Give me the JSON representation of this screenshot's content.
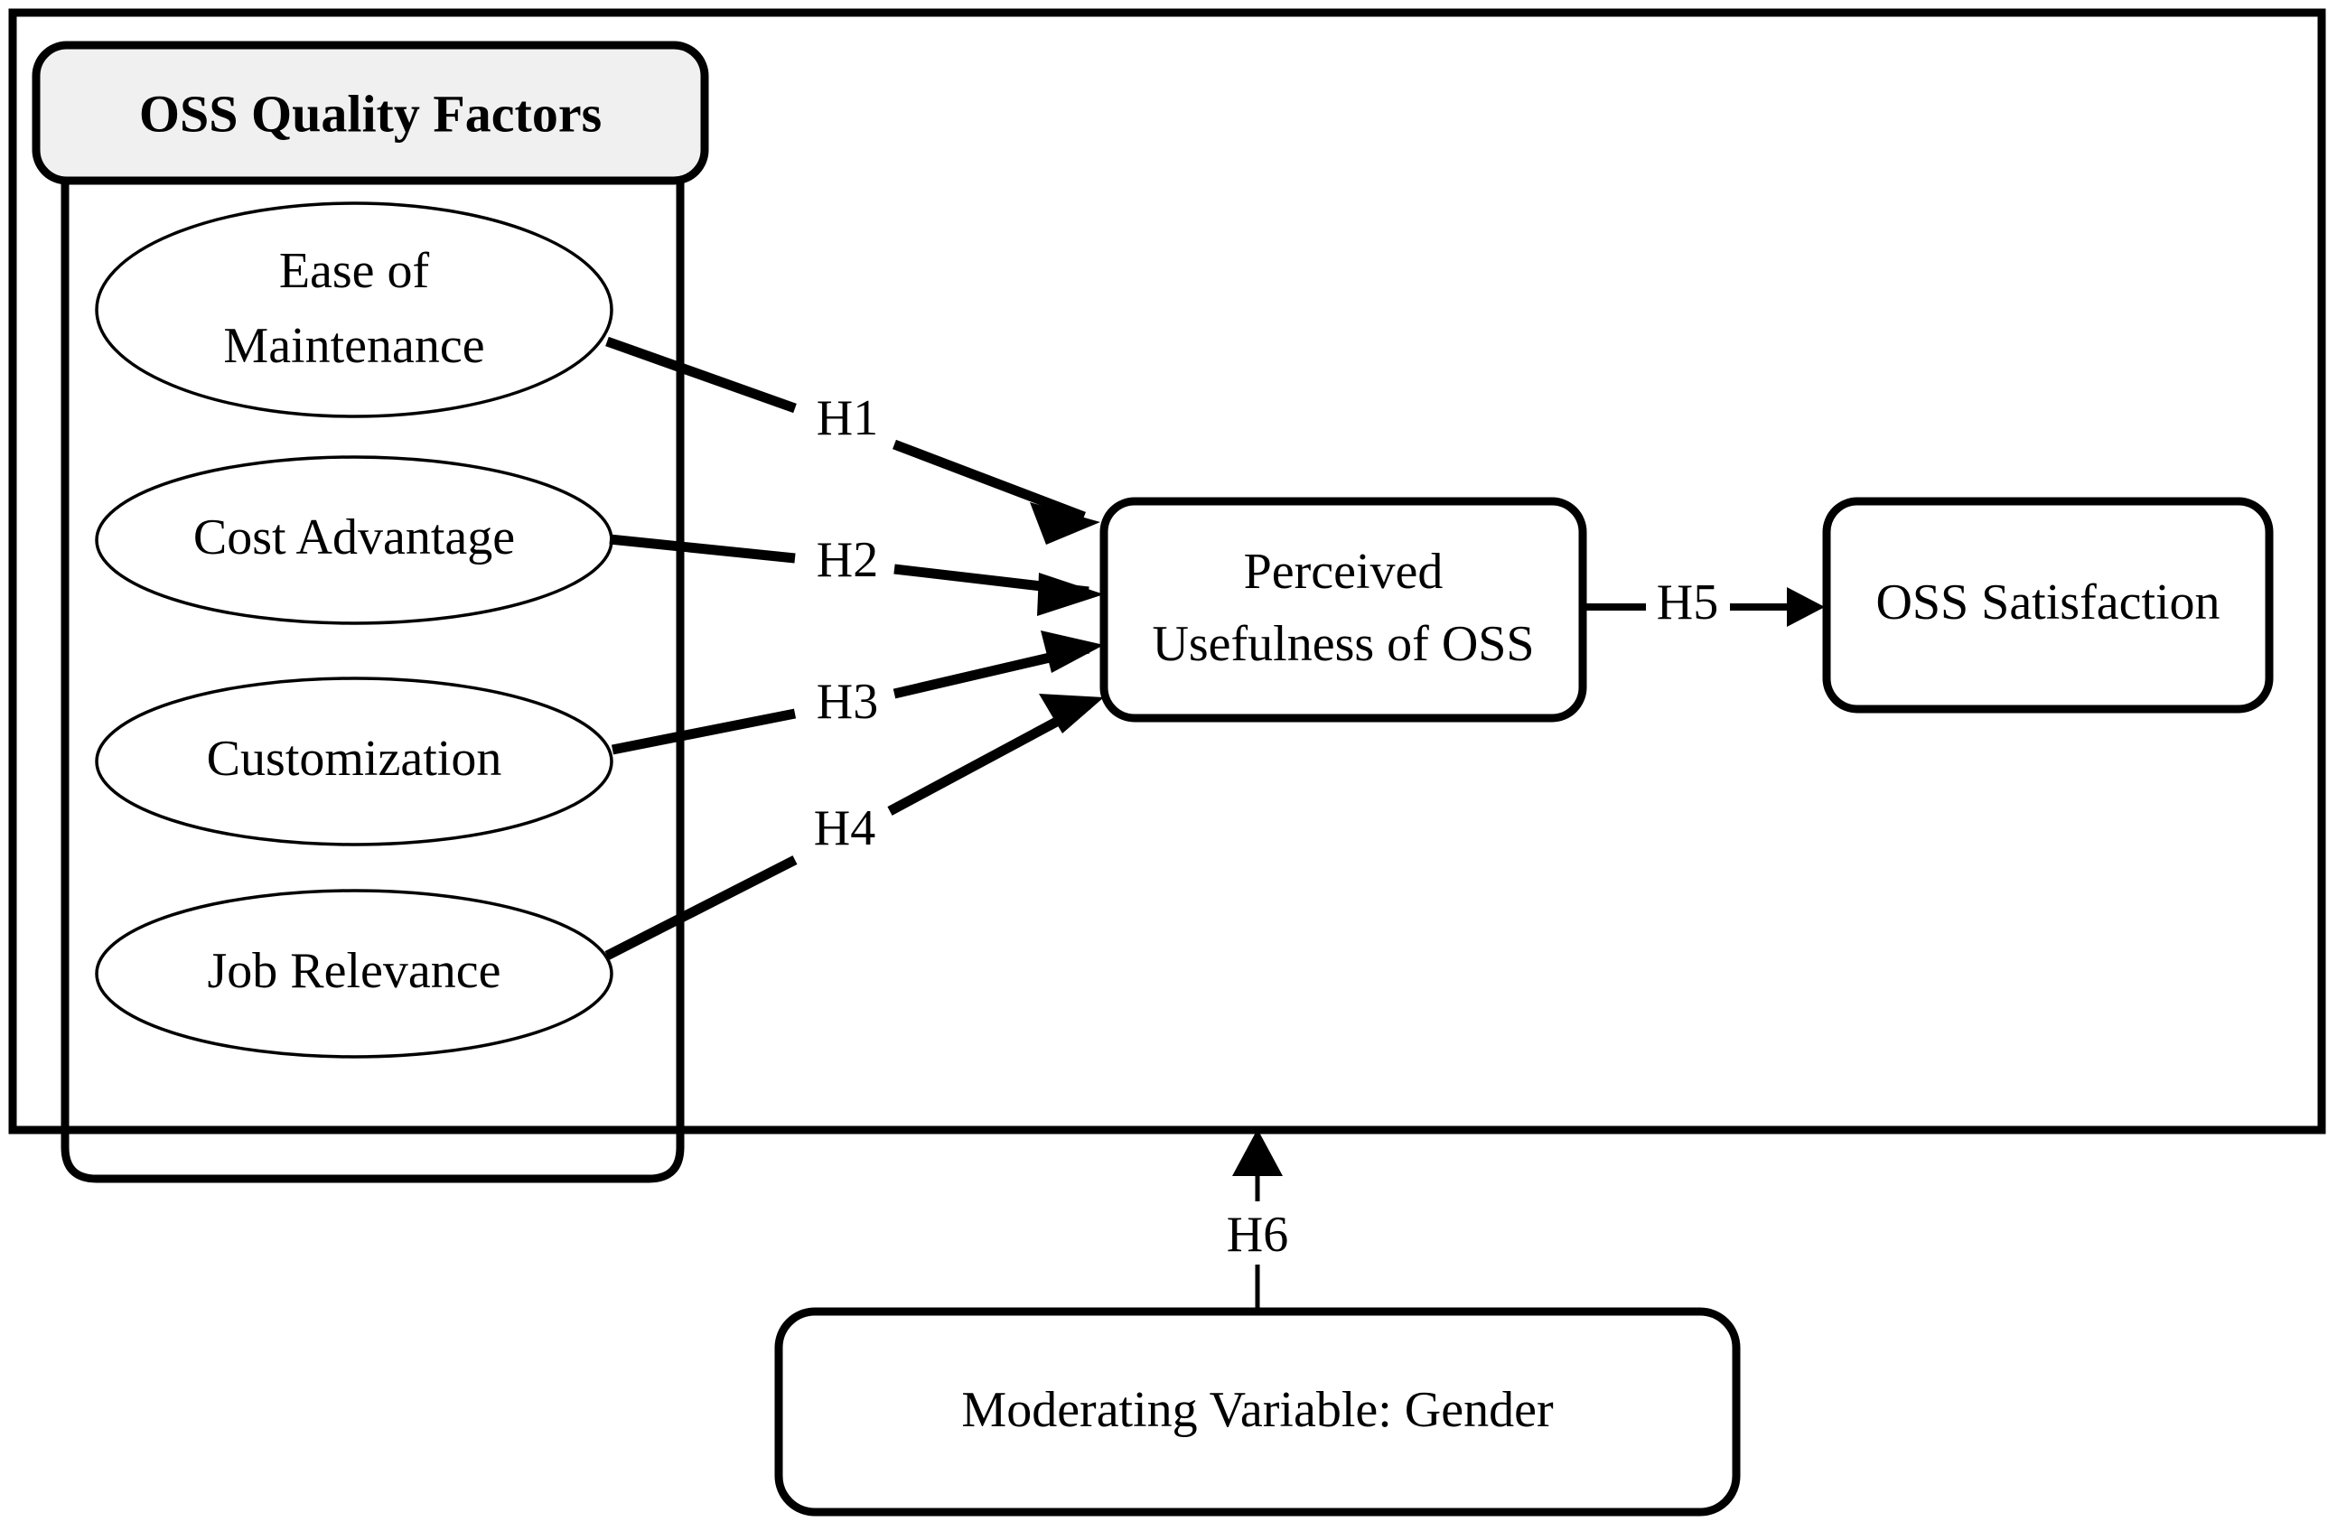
{
  "diagram": {
    "type": "research-model",
    "title": "OSS research model",
    "colors": {
      "stroke": "#000000",
      "background": "#ffffff",
      "header_fill": "#f0f0f0"
    },
    "group": {
      "title": "OSS Quality Factors",
      "factors": [
        {
          "id": "ease-of-maintenance",
          "label_line1": "Ease of",
          "label_line2": "Maintenance",
          "shape": "ellipse"
        },
        {
          "id": "cost-advantage",
          "label_line1": "Cost Advantage",
          "label_line2": "",
          "shape": "ellipse"
        },
        {
          "id": "customization",
          "label_line1": "Customization",
          "label_line2": "",
          "shape": "ellipse"
        },
        {
          "id": "job-relevance",
          "label_line1": "Job Relevance",
          "label_line2": "",
          "shape": "ellipse"
        }
      ]
    },
    "nodes": {
      "perceived_usefulness": {
        "label_line1": "Perceived",
        "label_line2": "Usefulness of OSS",
        "shape": "rounded-rect"
      },
      "oss_satisfaction": {
        "label_line1": "OSS Satisfaction",
        "label_line2": "",
        "shape": "rounded-rect"
      },
      "moderating_variable": {
        "label_line1": "Moderating Variable: Gender",
        "label_line2": "",
        "shape": "rounded-rect"
      }
    },
    "hypotheses": [
      {
        "id": "H1",
        "label": "H1",
        "from": "ease-of-maintenance",
        "to": "perceived_usefulness"
      },
      {
        "id": "H2",
        "label": "H2",
        "from": "cost-advantage",
        "to": "perceived_usefulness"
      },
      {
        "id": "H3",
        "label": "H3",
        "from": "customization",
        "to": "perceived_usefulness"
      },
      {
        "id": "H4",
        "label": "H4",
        "from": "job-relevance",
        "to": "perceived_usefulness"
      },
      {
        "id": "H5",
        "label": "H5",
        "from": "perceived_usefulness",
        "to": "oss_satisfaction"
      },
      {
        "id": "H6",
        "label": "H6",
        "from": "moderating_variable",
        "to": "model-frame"
      }
    ]
  }
}
